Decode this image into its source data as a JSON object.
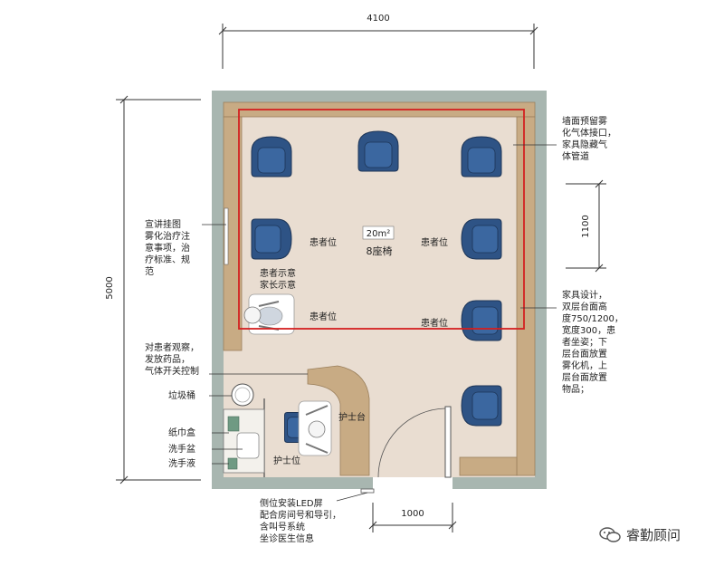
{
  "dimensions": {
    "width_mm": "4100",
    "height_mm": "5000",
    "side_mm": "1100",
    "door_mm": "1000"
  },
  "room": {
    "area": "20m²",
    "seats": "8座椅"
  },
  "seat_labels": {
    "patient": "患者位",
    "nurse": "护士位",
    "nurse_desk": "护士台",
    "caregiver_note": "患者示意\n家长示意"
  },
  "annotations": {
    "poster": "宣讲挂图\n雾化治疗注\n意事项，治\n疗标准、规\n范",
    "observation": "对患者观察，\n发放药品，\n气体开关控制",
    "trash": "垃圾桶",
    "tissue": "纸巾盒",
    "basin": "洗手盆",
    "soap": "洗手液",
    "led": "侧位安装LED屏\n配合房间号和导引，\n含叫号系统\n坐诊医生信息",
    "gas": "墙面预留雾\n化气体接口，\n家具隐藏气\n体管道",
    "furniture": "家具设计，\n双层台面高\n度750/1200，\n宽度300，患\n者坐姿；下\n层台面放置\n雾化机，上\n层台面放置\n物品；"
  },
  "watermark": {
    "text": "睿勤顾问",
    "icon": "wechat-logo-icon"
  },
  "colors": {
    "wall": "#a8b6b0",
    "floor": "#e9ddd1",
    "counter": "#c8ab84",
    "chair": "#2e5385",
    "highlight": "#d42020"
  }
}
